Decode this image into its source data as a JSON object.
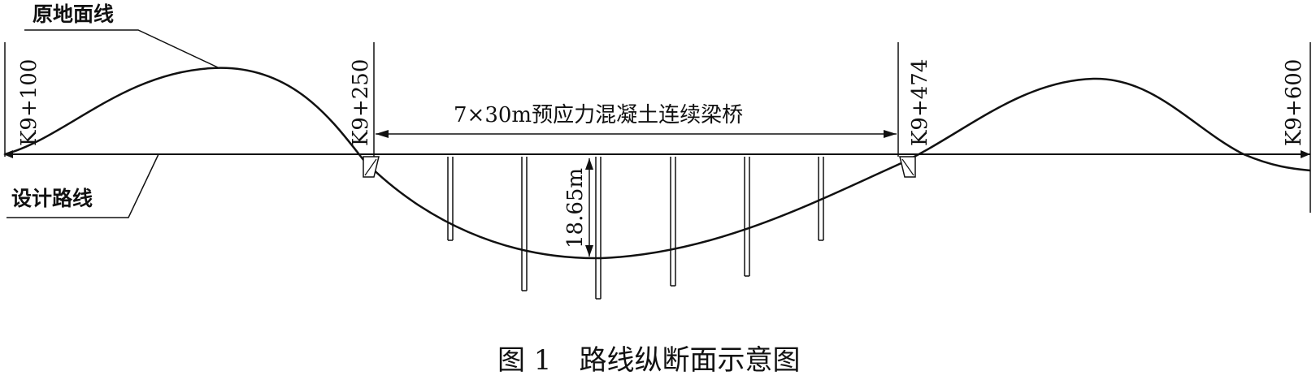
{
  "labels": {
    "ground_line": "原地面线",
    "design_line": "设计路线",
    "bridge": "7×30m预应力混凝土连续梁桥",
    "pier_height": "18.65m"
  },
  "stations": [
    "K9+100",
    "K9+250",
    "K9+474",
    "K9+600"
  ],
  "caption": "图 1　路线纵断面示意图"
}
